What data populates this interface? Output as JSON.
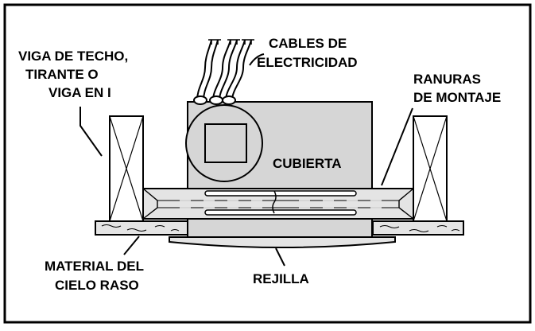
{
  "labels": {
    "beam_line1": "VIGA DE TECHO,",
    "beam_line2": "TIRANTE O",
    "beam_line3": "VIGA EN I",
    "cables_line1": "CABLES DE",
    "cables_line2": "ELECTRICIDAD",
    "slots_line1": "RANURAS",
    "slots_line2": "DE MONTAJE",
    "housing": "CUBIERTA",
    "ceiling_line1": "MATERIAL DEL",
    "ceiling_line2": "CIELO RASO",
    "grille": "REJILLA"
  },
  "colors": {
    "line": "#000000",
    "housing_fill": "#d6d6d6",
    "ceiling_fill": "#e4e4e4",
    "background": "#ffffff"
  }
}
